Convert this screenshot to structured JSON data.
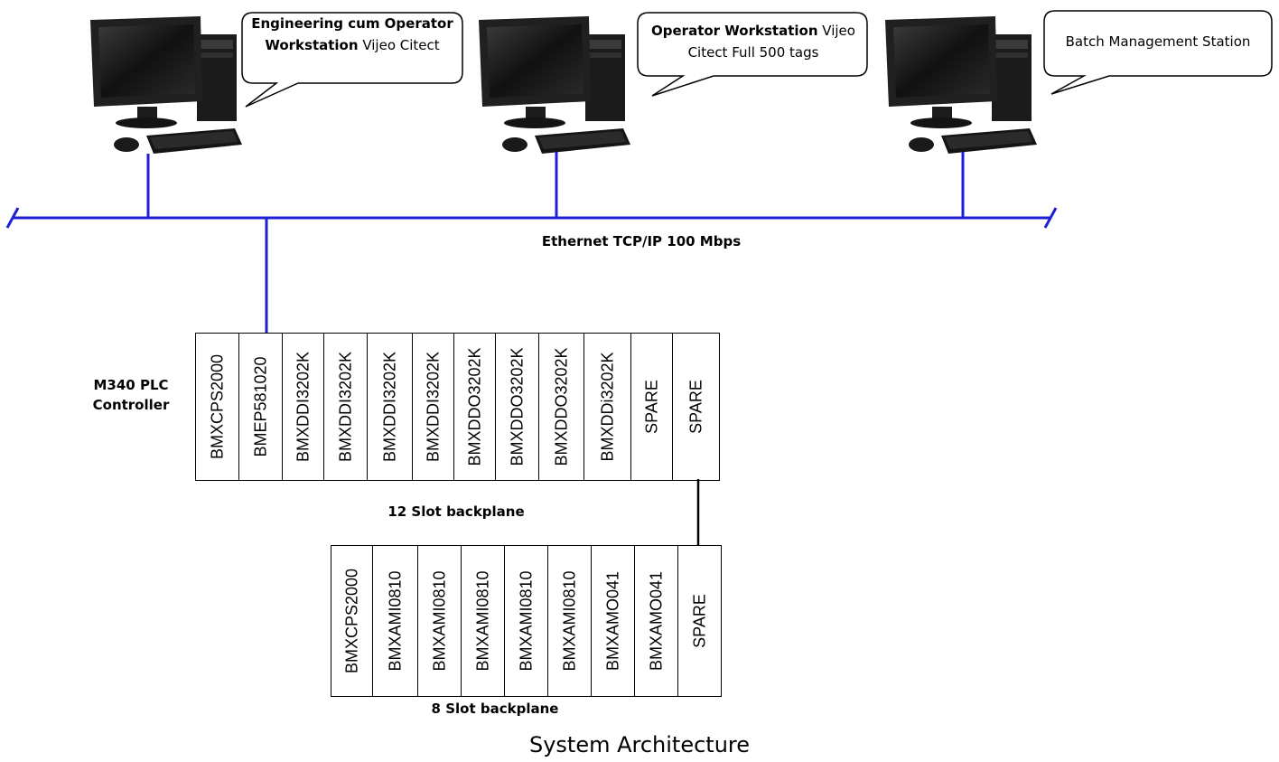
{
  "workstations": [
    {
      "bold_text": "Engineering cum Operator Workstation",
      "normal_text": "Vijeo Citect"
    },
    {
      "bold_text": "Operator Workstation",
      "normal_text": "Vijeo Citect Full 500 tags"
    },
    {
      "bold_text": "",
      "normal_text": "Batch Management Station"
    }
  ],
  "network": {
    "label": "Ethernet TCP/IP  100 Mbps",
    "color": "#1f1fd6"
  },
  "controller_label": "M340 PLC Controller",
  "rack_main": {
    "caption": "12 Slot backplane",
    "slots": [
      "BMXCPS2000",
      "BMEP581020",
      "BMXDDI3202K",
      "BMXDDI3202K",
      "BMXDDI3202K",
      "BMXDDI3202K",
      "BMXDDO3202K",
      "BMXDDO3202K",
      "BMXDDO3202K",
      "BMXDDi3202K",
      "SPARE",
      "SPARE"
    ]
  },
  "rack_ext": {
    "caption": "8 Slot backplane",
    "slots": [
      "BMXCPS2000",
      "BMXAMI0810",
      "BMXAMI0810",
      "BMXAMI0810",
      "BMXAMI0810",
      "BMXAMI0810",
      "BMXAMO041",
      "BMXAMO041",
      "SPARE"
    ]
  },
  "caption": "System Architecture"
}
